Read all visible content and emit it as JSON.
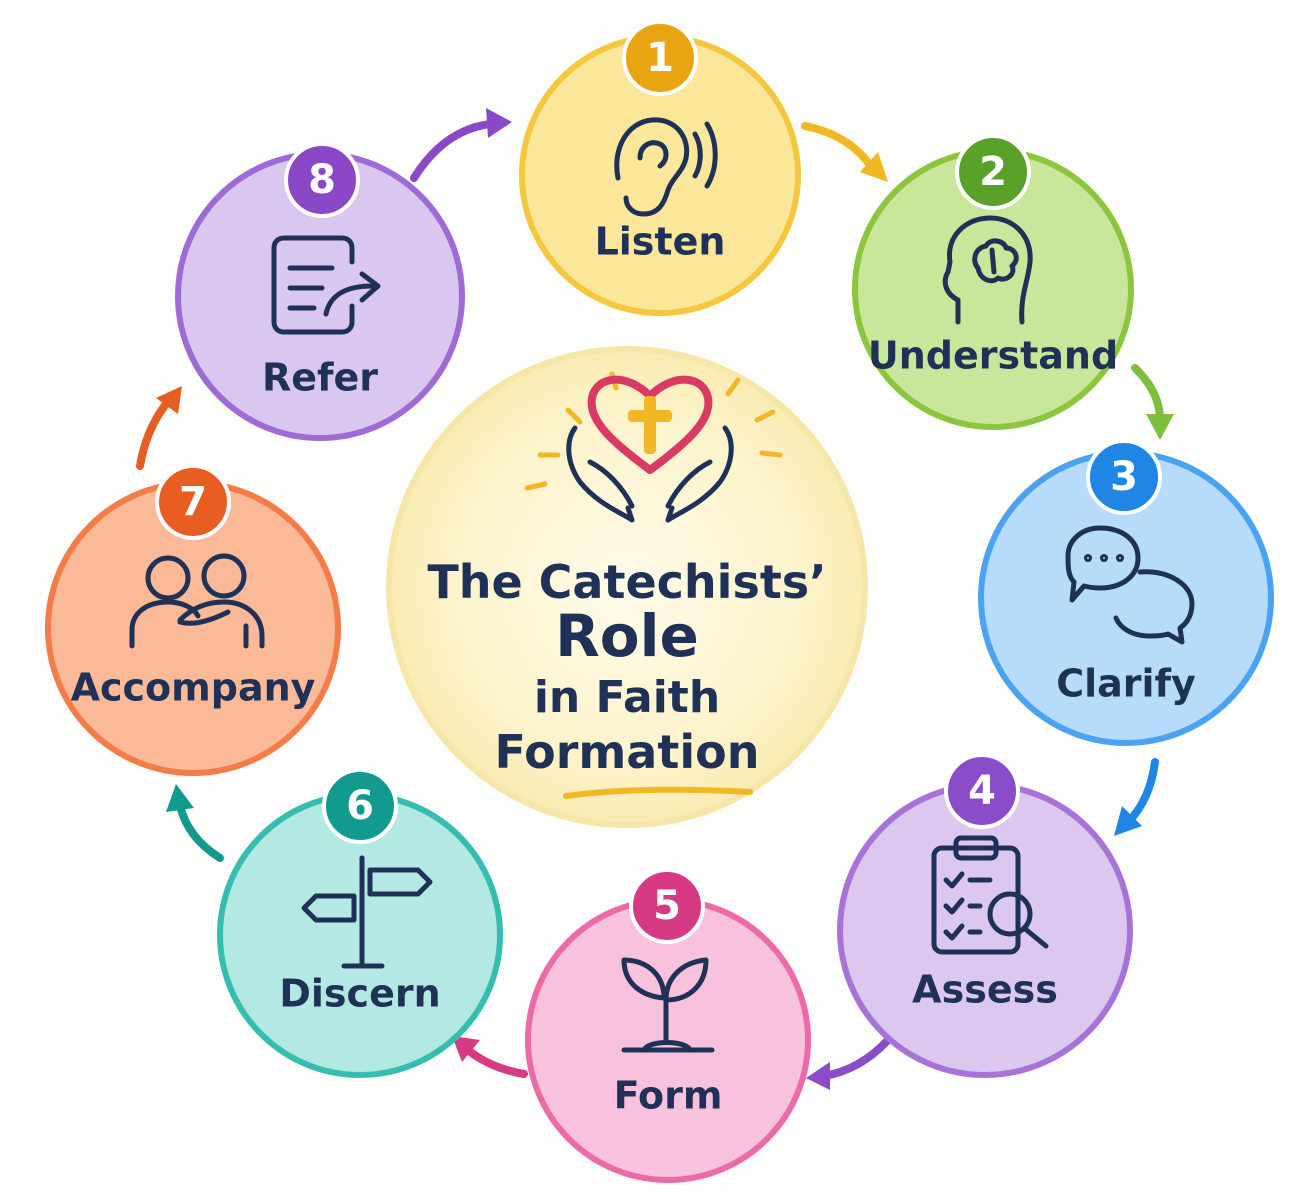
{
  "center": {
    "title_line1": "The Catechists’",
    "title_line2": "Role",
    "title_line3": "in Faith",
    "title_line4": "Formation"
  },
  "steps": [
    {
      "number": "1",
      "label": "Listen",
      "icon": "ear-icon",
      "fill": "#fbe79a",
      "border": "#f4c73e",
      "badge": "#e8a411"
    },
    {
      "number": "2",
      "label": "Understand",
      "icon": "head-brain-icon",
      "fill": "#c9e79a",
      "border": "#8cc63f",
      "badge": "#5aa12a"
    },
    {
      "number": "3",
      "label": "Clarify",
      "icon": "speech-bubbles-icon",
      "fill": "#b6dbfb",
      "border": "#4aa3f0",
      "badge": "#1f86e6"
    },
    {
      "number": "4",
      "label": "Assess",
      "icon": "clipboard-magnifier-icon",
      "fill": "#dcc7ef",
      "border": "#a873d8",
      "badge": "#8a4cc8"
    },
    {
      "number": "5",
      "label": "Form",
      "icon": "sprout-icon",
      "fill": "#f8c2dc",
      "border": "#ec6aa8",
      "badge": "#d63a83"
    },
    {
      "number": "6",
      "label": "Discern",
      "icon": "signpost-icon",
      "fill": "#b4e8e3",
      "border": "#35bdb0",
      "badge": "#139a8e"
    },
    {
      "number": "7",
      "label": "Accompany",
      "icon": "two-people-icon",
      "fill": "#fab997",
      "border": "#f47c48",
      "badge": "#e85d22"
    },
    {
      "number": "8",
      "label": "Refer",
      "icon": "document-arrow-icon",
      "fill": "#dac7ef",
      "border": "#a06ad6",
      "badge": "#8a48c6"
    }
  ],
  "colors": {
    "text": "#1f3157",
    "heart": "#d93a63",
    "cross": "#f2b724",
    "center_fill": "#fcf3c9"
  }
}
